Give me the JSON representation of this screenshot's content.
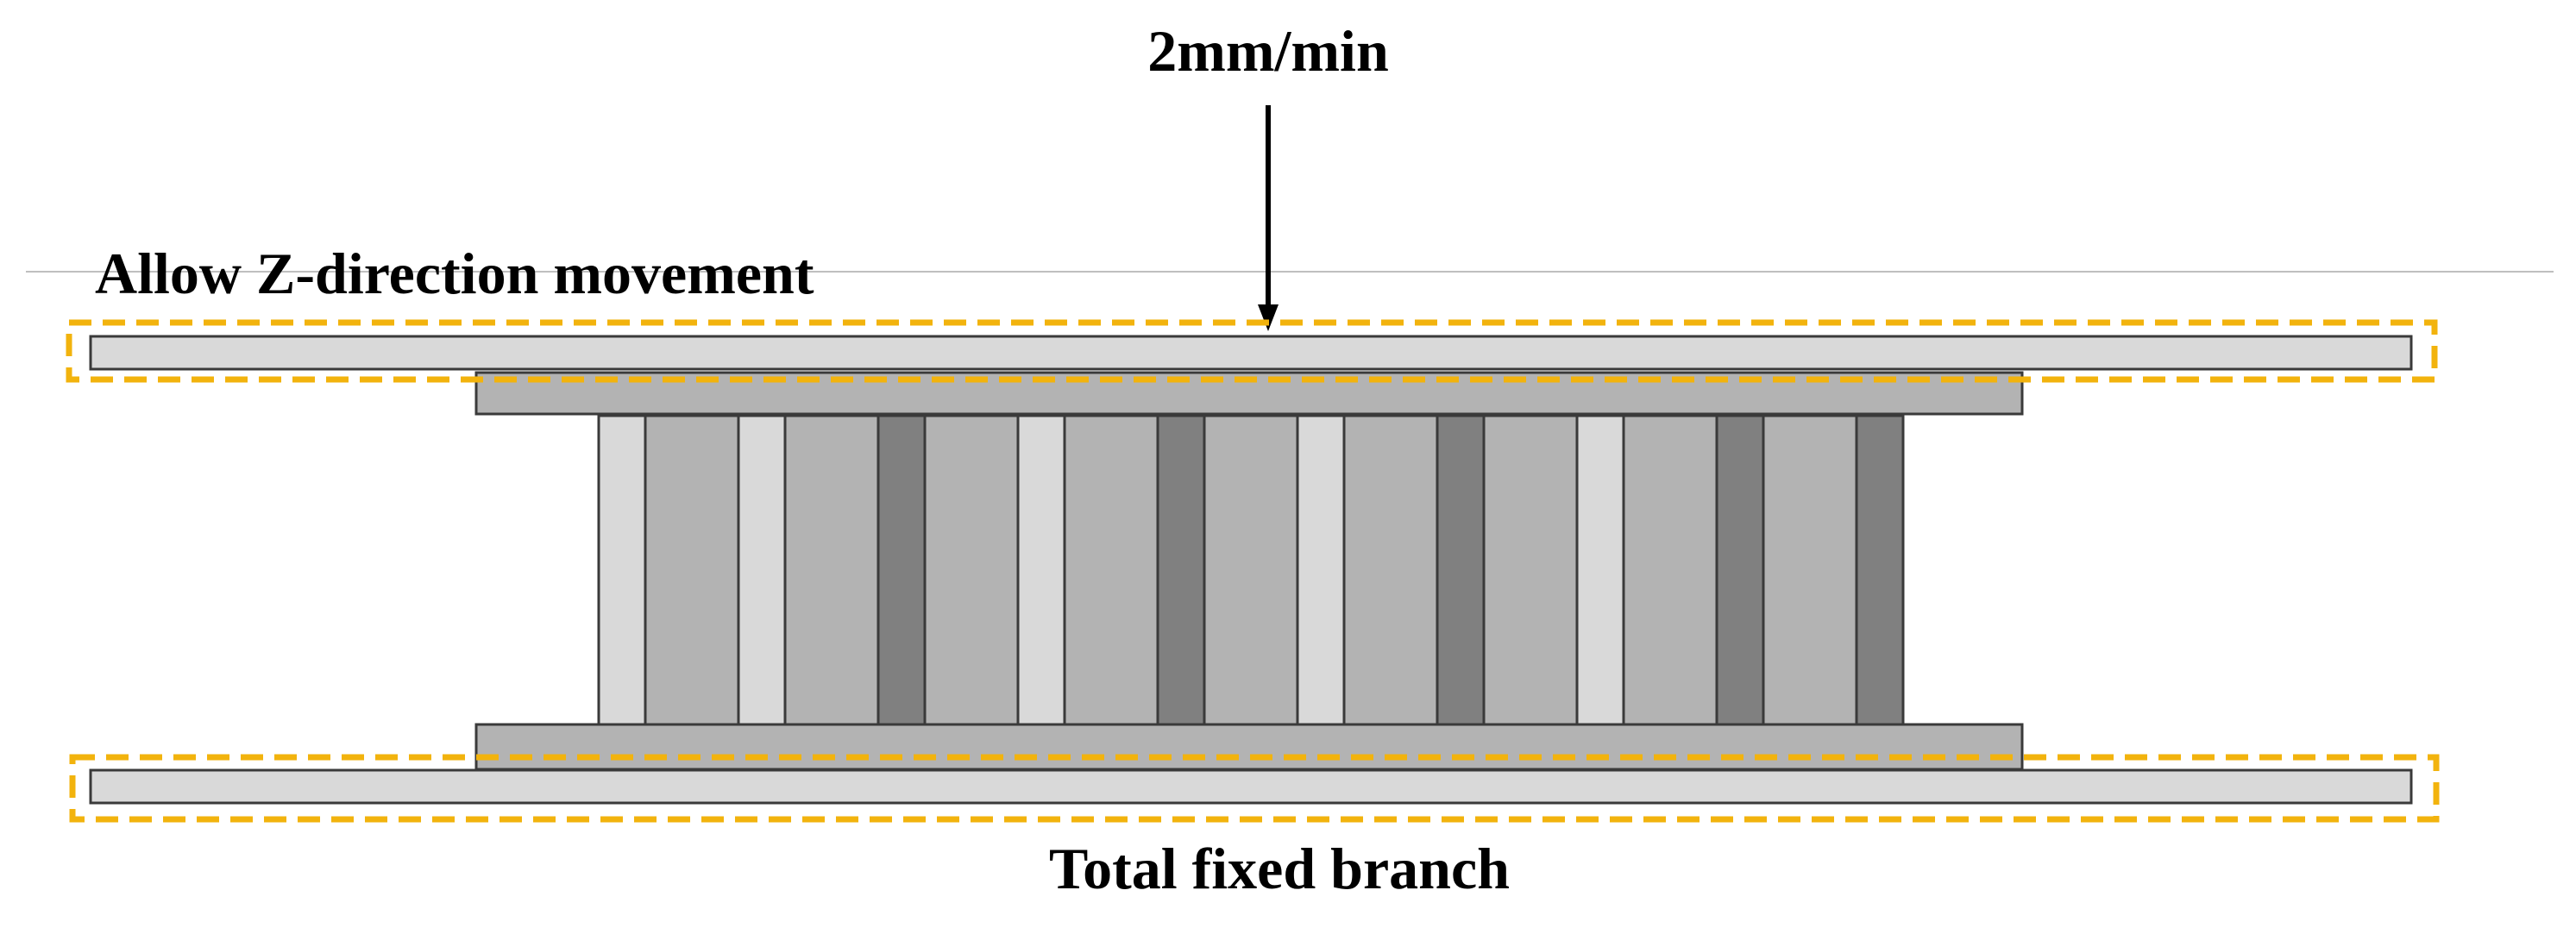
{
  "labels": {
    "speed": "2mm/min",
    "top_constraint": "Allow Z-direction movement",
    "bottom_constraint": "Total fixed branch"
  },
  "colors": {
    "plate": "#d9d9d9",
    "plate_edge": "#3a3a3a",
    "inner_plate": "#b3b3b3",
    "column_light": "#d9d9d9",
    "column_mid": "#b3b3b3",
    "column_dark": "#808080",
    "constraint_box": "#f2b30d",
    "guide_line": "#bfbfbf",
    "arrow": "#000000"
  },
  "core": {
    "column_pattern": [
      "light",
      "mid",
      "light",
      "mid",
      "dark",
      "mid",
      "light",
      "mid",
      "dark",
      "mid",
      "light",
      "mid",
      "dark",
      "mid",
      "light",
      "mid",
      "dark",
      "mid",
      "dark"
    ]
  }
}
